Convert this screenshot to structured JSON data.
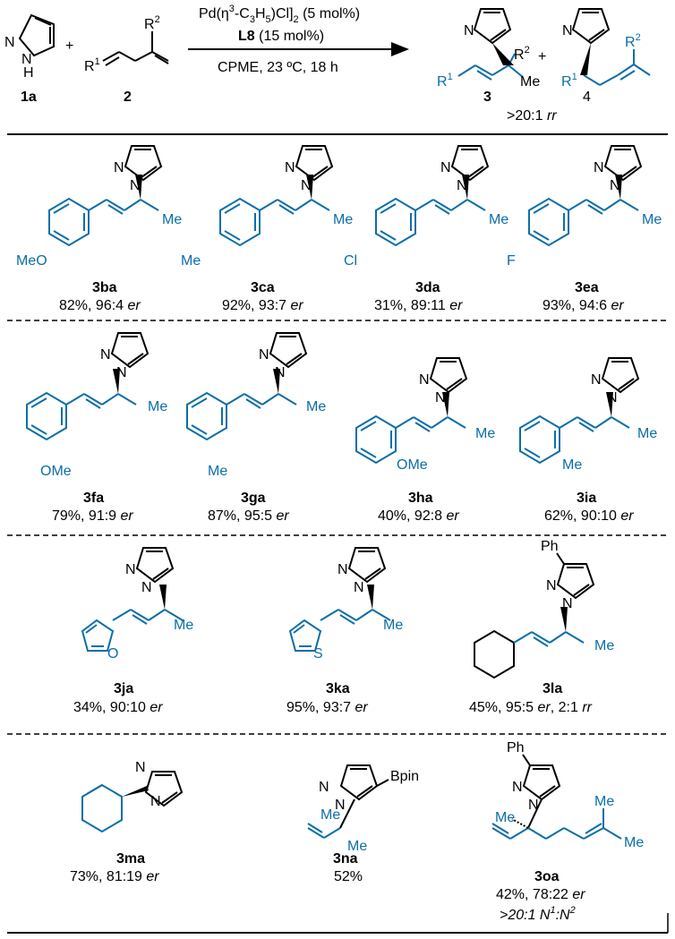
{
  "colors": {
    "ink": "#000000",
    "accent": "#0b6ea8"
  },
  "header": {
    "reactant_1a": {
      "label": "1a",
      "n_label": "N",
      "nh_label": "N",
      "h_label": "H"
    },
    "plus_1": "+",
    "reactant_2": {
      "label": "2",
      "r1_label": "R",
      "r1_sup": "1",
      "r2_label": "R",
      "r2_sup": "2"
    },
    "conditions": {
      "catalyst": {
        "pd": "Pd(η",
        "sup3": "3",
        "mid": "-C",
        "sub3": "3",
        "h": "H",
        "sub5": "5",
        "tail": ")Cl]",
        "sub2": "2",
        "load": " (5 mol%)"
      },
      "ligand": {
        "name": "L8",
        "load": " (15 mol%)"
      },
      "solvent_line": "CPME, 23 ºC, 18 h"
    },
    "product_3": {
      "label": "3",
      "r1": "R",
      "r1_sup": "1",
      "r2": "R",
      "r2_sup": "2",
      "me": "Me"
    },
    "plus_2": "+",
    "product_4": {
      "label": "4",
      "r1": "R",
      "r1_sup": "1",
      "r2": "R",
      "r2_sup": "2"
    },
    "selectivity": {
      "value": ">20:1 ",
      "unit": "rr"
    }
  },
  "compounds": [
    {
      "id": "3ba",
      "yield": "82%, 96:4 ",
      "er": "er",
      "substituent": "MeO"
    },
    {
      "id": "3ca",
      "yield": "92%, 93:7 ",
      "er": "er",
      "substituent": "Me"
    },
    {
      "id": "3da",
      "yield": "31%, 89:11 ",
      "er": "er",
      "substituent": "Cl"
    },
    {
      "id": "3ea",
      "yield": "93%, 94:6 ",
      "er": "er",
      "substituent": "F"
    },
    {
      "id": "3fa",
      "yield": "79%, 91:9 ",
      "er": "er",
      "substituent": "OMe"
    },
    {
      "id": "3ga",
      "yield": "87%, 95:5 ",
      "er": "er",
      "substituent": "Me"
    },
    {
      "id": "3ha",
      "yield": "40%, 92:8 ",
      "er": "er",
      "substituent": "OMe"
    },
    {
      "id": "3ia",
      "yield": "62%, 90:10 ",
      "er": "er",
      "substituent": "Me"
    },
    {
      "id": "3ja",
      "yield": "34%, 90:10 ",
      "er": "er",
      "substituent": "O"
    },
    {
      "id": "3ka",
      "yield": "95%, 93:7 ",
      "er": "er",
      "substituent": "S"
    },
    {
      "id": "3la",
      "yield": "45%, 95:5 ",
      "er": "er",
      "extra": ", 2:1 ",
      "rr": "rr",
      "substituent": "Ph"
    },
    {
      "id": "3ma",
      "yield": "73%, 81:19 ",
      "er": "er"
    },
    {
      "id": "3na",
      "yield": "52%",
      "substituent": "Bpin"
    },
    {
      "id": "3oa",
      "yield": "42%, 78:22 ",
      "er": "er",
      "substituent": "Ph",
      "note": ">20:1 N",
      "note_sup1": "1",
      "note_mid": ":N",
      "note_sup2": "2"
    }
  ],
  "atoms": {
    "N": "N",
    "Me": "Me",
    "O": "O",
    "S": "S"
  }
}
